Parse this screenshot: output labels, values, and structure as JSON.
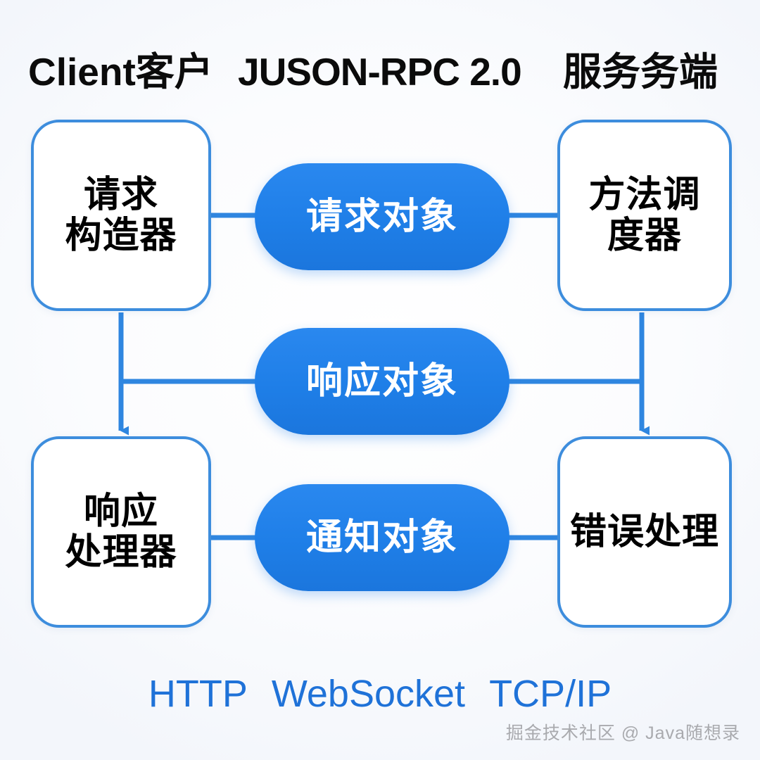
{
  "header": {
    "client_label": "Client客户",
    "protocol_label": "JUSON-RPC 2.0",
    "server_label": "服务务端"
  },
  "nodes": {
    "request_builder": "请求\n构造器",
    "method_dispatcher": "方法调\n度器",
    "response_handler": "响应\n处理器",
    "error_handler": "错误处理"
  },
  "messages": {
    "request_object": "请求对象",
    "response_object": "响应对象",
    "notification_object": "通知对象"
  },
  "footer": {
    "protocols": [
      {
        "name": "HTTP"
      },
      {
        "name": "WebSocket"
      },
      {
        "name": "TCP/IP"
      }
    ],
    "watermark": "掘金技术社区 @ Java随想录"
  },
  "colors": {
    "background": "#fdfdfd",
    "box_border": "#3d8ddd",
    "box_fill": "#ffffff",
    "pill_fill": "#1f7fe8",
    "pill_text": "#ffffff",
    "wire": "#2f86e0",
    "node_text": "#000000",
    "header_text": "#0b0b0b",
    "protocol_text": "#1f72d8",
    "watermark_text": "#a9aaae"
  }
}
